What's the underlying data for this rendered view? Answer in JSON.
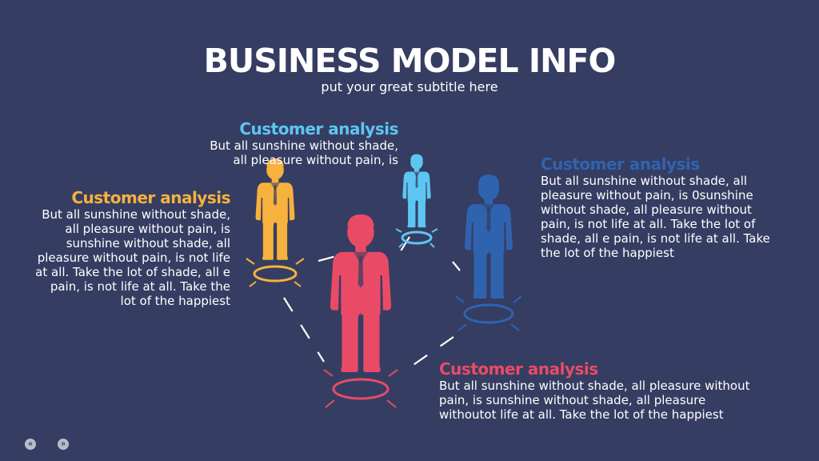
{
  "title": "BUSINESS MODEL INFO",
  "subtitle": "put your great subtitle here",
  "blocks": {
    "top": {
      "heading": "Customer analysis",
      "text": "But all sunshine without shade, all pleasure without pain, is",
      "color": "#5cc6f2"
    },
    "left": {
      "heading": "Customer analysis",
      "text": "But all sunshine without shade, all pleasure without pain, is sunshine without shade, all pleasure without pain, is not life at all. Take the lot of shade, all e pain, is not life at all. Take the lot of the happiest",
      "color": "#f6b23d"
    },
    "right": {
      "heading": "Customer analysis",
      "text": "But all sunshine without shade, all pleasure without pain, is 0sunshine without shade, all pleasure without pain, is not life at all. Take the lot of shade, all e pain, is not life at all. Take the lot of the happiest",
      "color": "#2f63b0"
    },
    "bottom": {
      "heading": "Customer analysis",
      "text": "But all sunshine without shade, all pleasure without pain, is sunshine without shade, all pleasure withoutot life at all. Take the lot of the happiest",
      "color": "#e94b67"
    }
  },
  "figures": [
    {
      "name": "person-icon-red",
      "color": "#e94b67"
    },
    {
      "name": "person-icon-orange",
      "color": "#f6b23d"
    },
    {
      "name": "person-icon-lightblue",
      "color": "#5cc6f2"
    },
    {
      "name": "person-icon-blue",
      "color": "#2f63b0"
    }
  ],
  "nav": {
    "prev_icon": "double-chevron-left-icon",
    "next_icon": "double-chevron-right-icon",
    "prev_glyph": "«",
    "next_glyph": "»"
  },
  "colors": {
    "background": "#363d62",
    "text": "#ffffff"
  }
}
